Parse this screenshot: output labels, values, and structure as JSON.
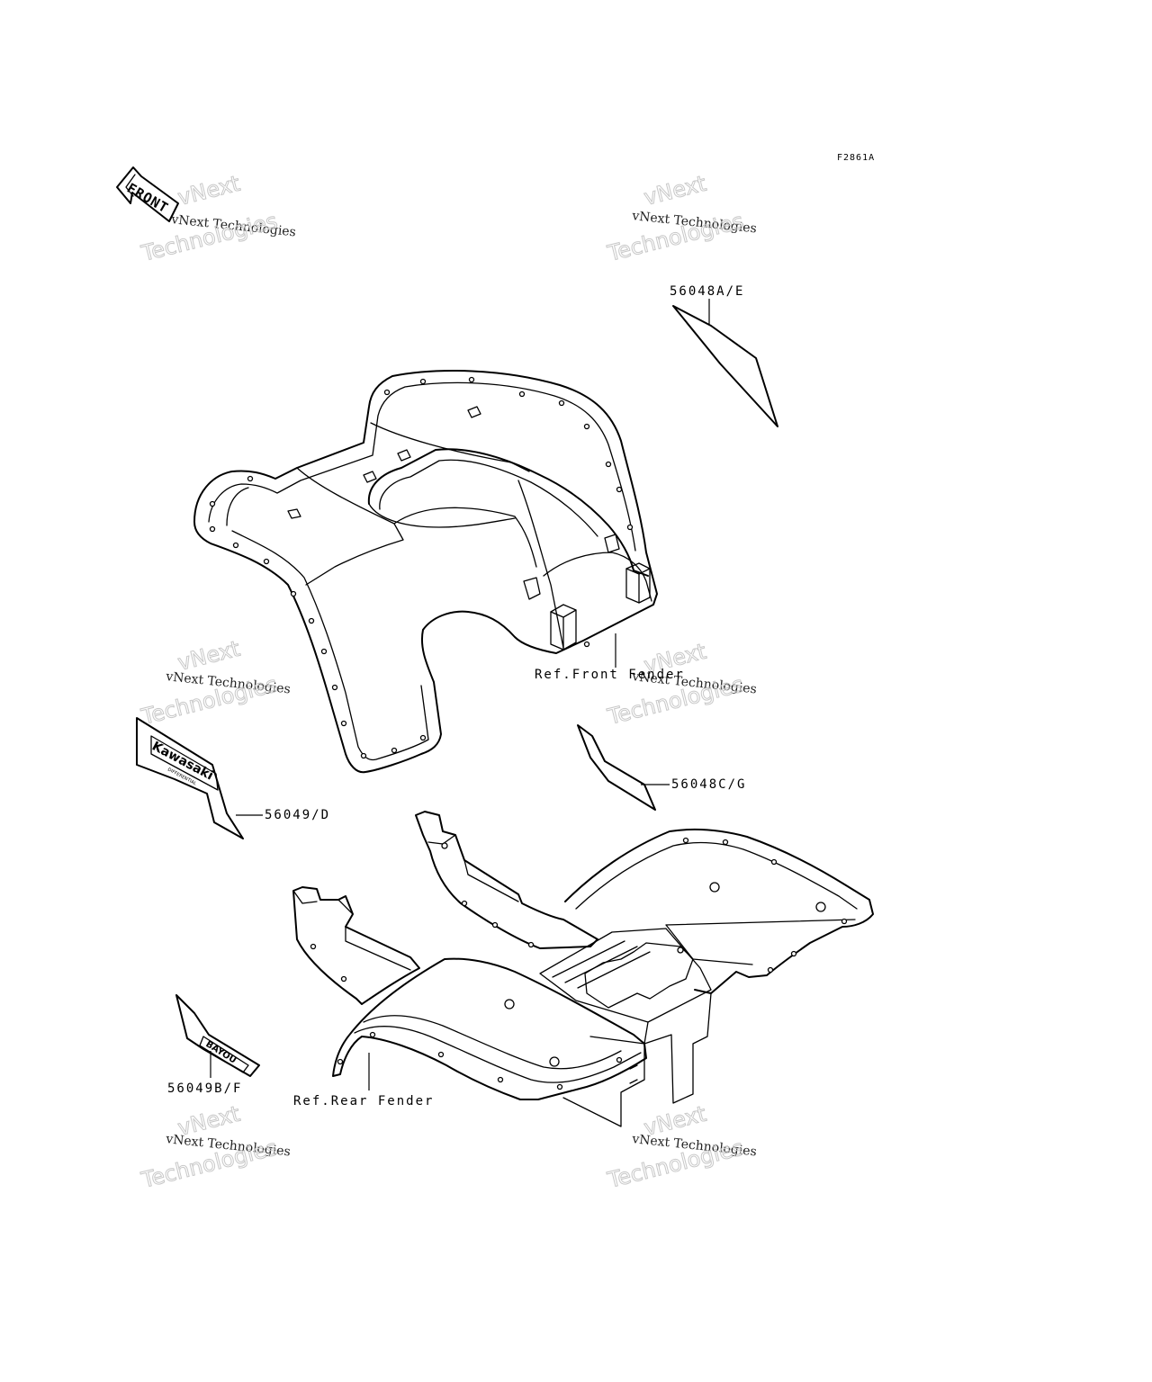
{
  "diagram": {
    "code": "F2861A",
    "front_marker": "FRONT",
    "watermark": {
      "line1": "vNext Technologies",
      "line2": "vNext",
      "line3": "Technologies"
    },
    "labels": {
      "part_56048AE": "56048A/E",
      "part_56048CG": "56048C/G",
      "part_56049D": "56049/D",
      "part_56049BF": "56049B/F",
      "ref_front_fender": "Ref.Front Fender",
      "ref_rear_fender": "Ref.Rear Fender"
    },
    "decal_text": {
      "kawasaki": "Kawasaki",
      "differential": "DIFFERENTIAL",
      "bayou": "BAYOU"
    }
  }
}
